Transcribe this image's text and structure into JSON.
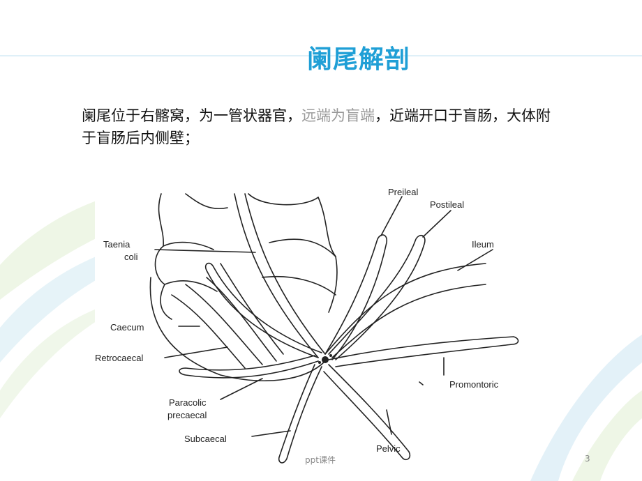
{
  "slide": {
    "title": "阑尾解剖",
    "text_part1": "阑尾位于右髂窝，为一管状器官，",
    "text_highlight": "远端为盲端",
    "text_part2": "，近端开口于盲肠，大体附于盲肠后内侧壁；",
    "highlight_color": "#999999",
    "title_color": "#1f9fd6"
  },
  "diagram": {
    "labels": {
      "preileal": "Preileal",
      "postileal": "Postileal",
      "taenia": "Taenia",
      "coli": "coli",
      "ileum": "Ileum",
      "caecum": "Caecum",
      "retrocaecal": "Retrocaecal",
      "promontoric": "Promontoric",
      "paracolic": "Paracolic",
      "precaecal": "precaecal",
      "subcaecal": "Subcaecal",
      "pelvic": "Pelvic"
    }
  },
  "footer": {
    "center_text": "ppt课件",
    "page_number": "3"
  }
}
